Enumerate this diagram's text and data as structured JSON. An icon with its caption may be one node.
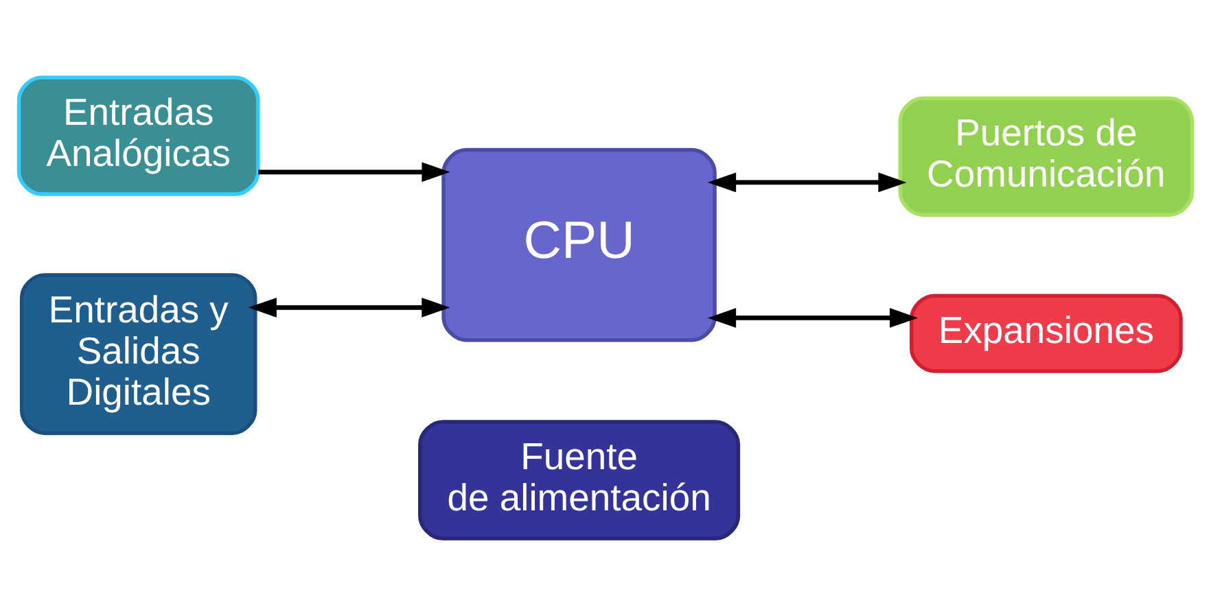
{
  "diagram": {
    "nodes": [
      {
        "text": [
          "Entradas Analógicas"
        ]
      },
      {
        "text": [
          "Puertos de Comunicación"
        ]
      },
      {
        "text": [
          "CPU"
        ]
      },
      {
        "text": [
          "Entradas y Salidas Digitales"
        ]
      },
      {
        "text": [
          "Expansiones"
        ]
      },
      {
        "text": [
          "Fuente de alimentación"
        ]
      }
    ],
    "edges": [
      {
        "from": 0,
        "to": 2,
        "arrow": "to"
      },
      {
        "from": 2,
        "to": 1,
        "arrow": "both"
      },
      {
        "from": 3,
        "to": 2,
        "arrow": "both"
      },
      {
        "from": 2,
        "to": 4,
        "arrow": "both"
      }
    ]
  }
}
